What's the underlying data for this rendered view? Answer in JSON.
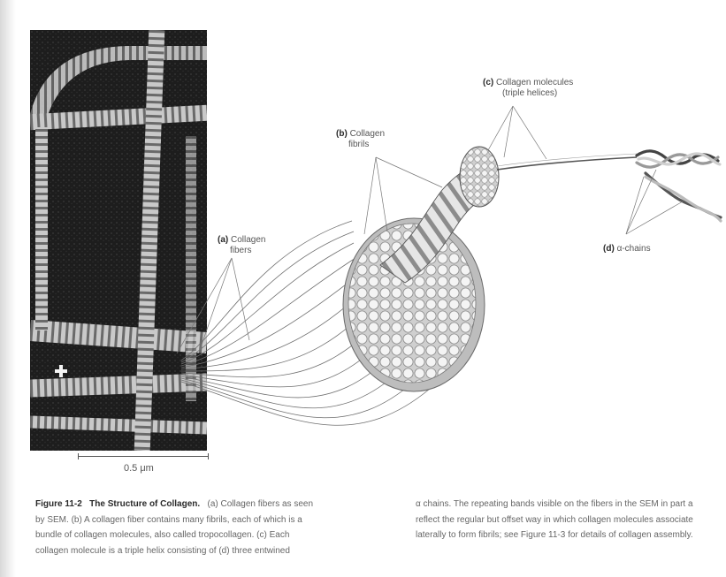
{
  "scale_bar": "0.5 μm",
  "labels": {
    "a": {
      "letter": "(a)",
      "line1": "Collagen",
      "line2": "fibers"
    },
    "b": {
      "letter": "(b)",
      "line1": "Collagen",
      "line2": "fibrils"
    },
    "c": {
      "letter": "(c)",
      "line1": "Collagen molecules",
      "line2": "(triple helices)"
    },
    "d": {
      "letter": "(d)",
      "text": "α-chains"
    }
  },
  "caption": {
    "figure_number": "Figure 11-2",
    "title": "The Structure of Collagen.",
    "left_lines": [
      "(a) Collagen fibers as seen",
      "by SEM. (b) A collagen fiber contains many fibrils, each of which is a",
      "bundle of collagen molecules, also called tropocollagen. (c) Each",
      "collagen molecule is a triple helix consisting of (d) three entwined"
    ],
    "right_lines": [
      "α chains. The repeating bands visible on the fibers in the SEM in part a",
      "reflect the regular but offset way in which collagen molecules associate",
      "laterally to form fibrils; see Figure 11-3 for details of collagen assembly."
    ]
  },
  "colors": {
    "ink": "#2a2a2a",
    "gray_text": "#666666",
    "fibril": "#e8e8e8",
    "band": "#9a9a9a"
  }
}
